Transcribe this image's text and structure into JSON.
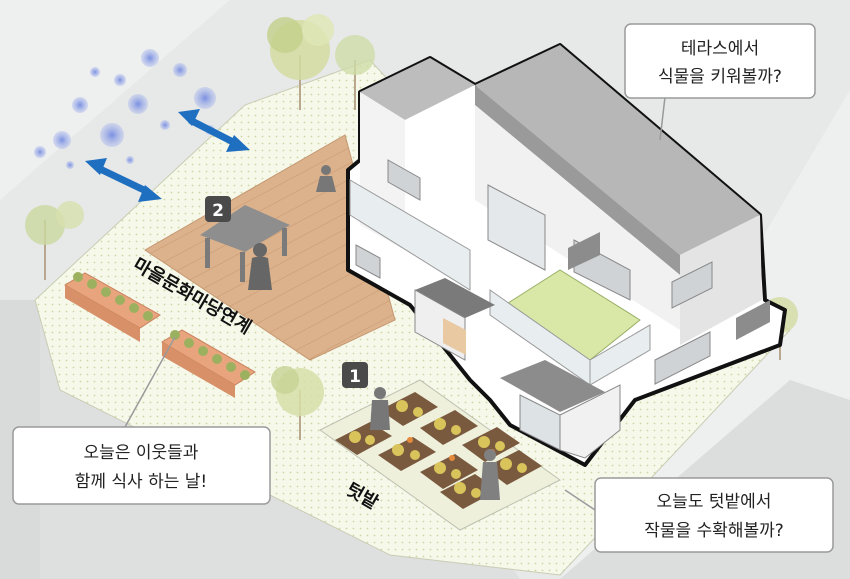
{
  "callouts": {
    "terrace": {
      "line1": "테라스에서",
      "line2": "식물을 키워볼까?"
    },
    "meal": {
      "line1": "오늘은 이웃들과",
      "line2": "함께 식사 하는 날!"
    },
    "harvest": {
      "line1": "오늘도 텃밭에서",
      "line2": "작물을 수확해볼까?"
    }
  },
  "badges": {
    "deck": "2",
    "garden": "1"
  },
  "labels": {
    "deck": "마을문화마당연계",
    "garden": "텃밭"
  },
  "colors": {
    "arrow": "#1f6fc0",
    "deck": "#d9b08a",
    "planter": "#e8a47d",
    "ground": "#f4f6e6",
    "badge": "#4a4a4a"
  }
}
